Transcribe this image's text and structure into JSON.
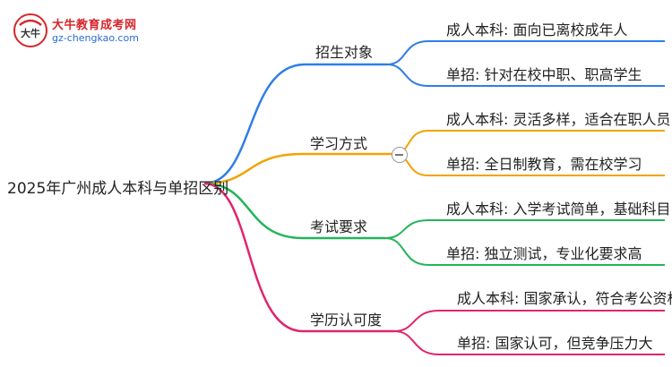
{
  "logo": {
    "title": "大牛教育成考网",
    "url": "gz-chengkao.com",
    "badge_text": "大牛"
  },
  "root": "2025年广州成人本科与单招区别",
  "branches": [
    {
      "label": "招生对象",
      "color": "#2f7ee8",
      "leaves": [
        "成人本科: 面向已离校成年人",
        "单招: 针对在校中职、职高学生"
      ]
    },
    {
      "label": "学习方式",
      "color": "#f0a500",
      "leaves": [
        "成人本科: 灵活多样，适合在职人员",
        "单招: 全日制教育，需在校学习"
      ]
    },
    {
      "label": "考试要求",
      "color": "#22b55a",
      "leaves": [
        "成人本科: 入学考试简单，基础科目",
        "单招: 独立测试，专业化要求高"
      ]
    },
    {
      "label": "学历认可度",
      "color": "#e0256e",
      "leaves": [
        "成人本科: 国家承认，符合考公资格",
        "单招: 国家认可，但竞争压力大"
      ]
    }
  ]
}
